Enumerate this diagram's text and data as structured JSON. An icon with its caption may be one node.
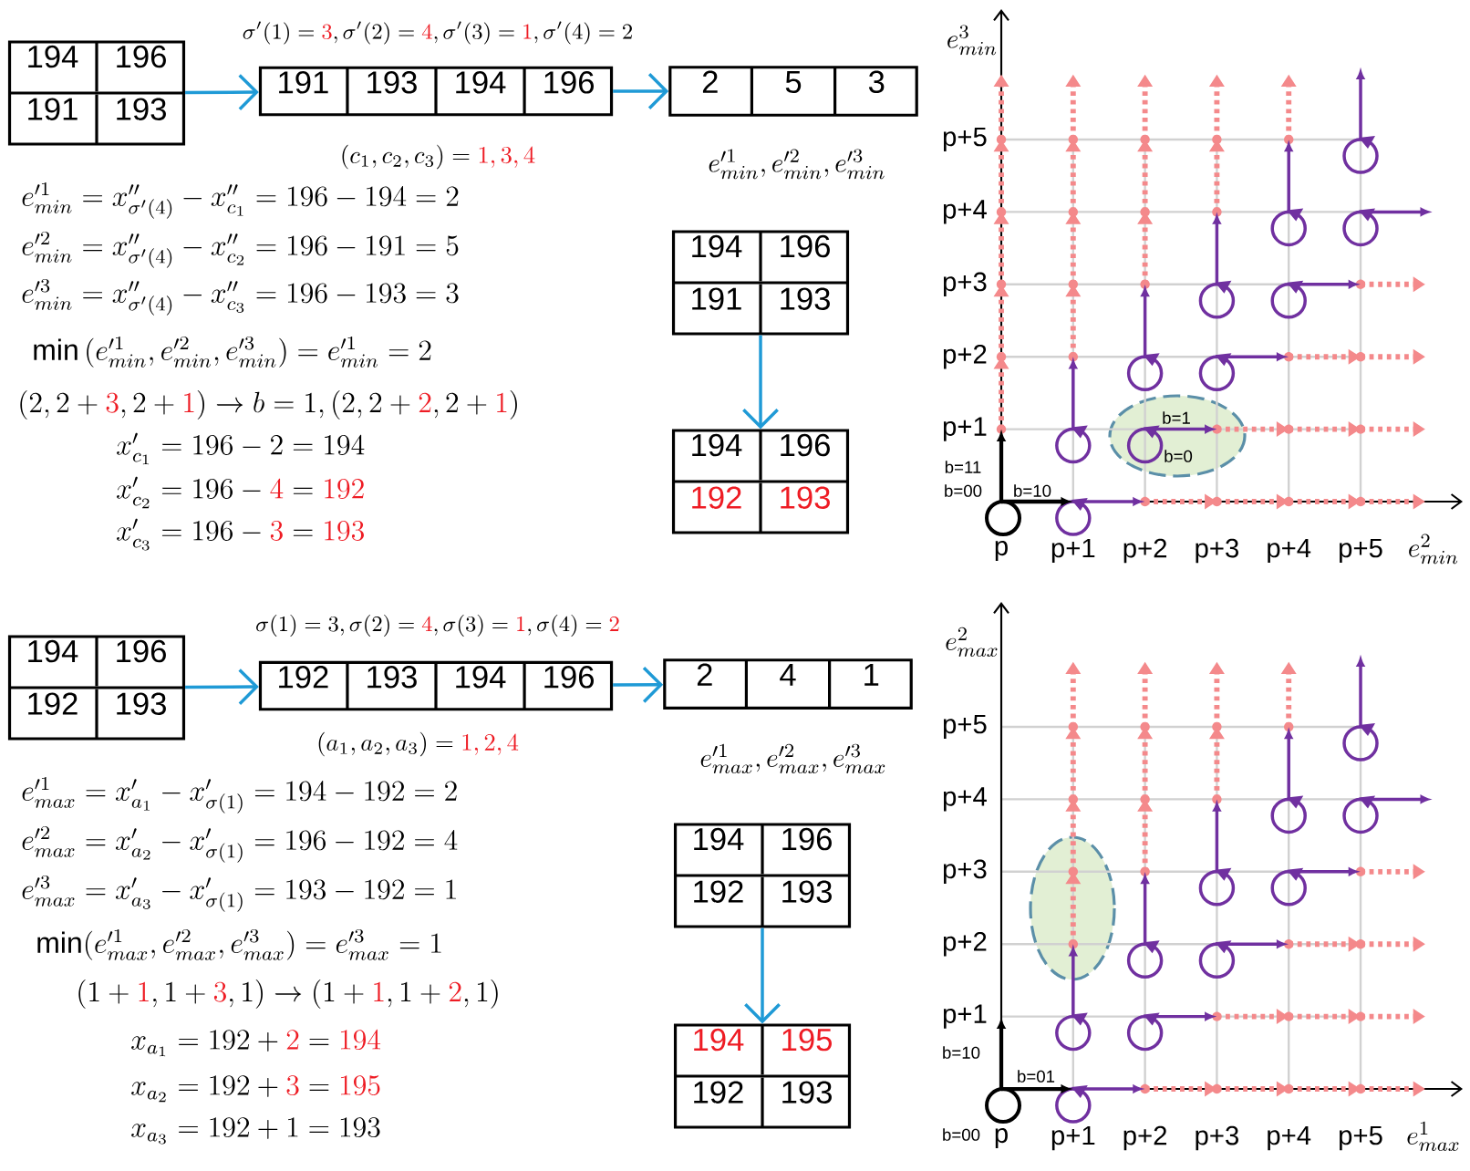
{
  "diagram": {
    "nodes": [
      {
        "text": [
          "194",
          "196",
          "191",
          "193"
        ]
      },
      {
        "text": [
          "191",
          "193",
          "194",
          "196"
        ],
        "beside": [
          "\\sigma'(1)=\\textcolor{red}{3},\\sigma'(2)=\\textcolor{red}{4},\\sigma'(3)=\\textcolor{red}{1},\\sigma'(4)=2",
          "(c_1,c_2,c_3)=\\textcolor{red}{1,3,4}"
        ]
      },
      {
        "text": [
          "2",
          "5",
          "3"
        ],
        "beside": [
          "e'^{1}_{min},e'^{2}_{min},e'^{3}_{min}"
        ]
      },
      {
        "text": [
          "194",
          "196",
          "191",
          "193"
        ]
      },
      {
        "text": [
          "194",
          "196",
          "192",
          "193"
        ]
      },
      {
        "text": [
          "194",
          "196",
          "192",
          "193"
        ]
      },
      {
        "text": [
          "192",
          "193",
          "194",
          "196"
        ],
        "beside": [
          "\\sigma(1)=3,\\sigma(2)=\\textcolor{red}{4},\\sigma(3)=\\textcolor{red}{1},\\sigma(4)=\\textcolor{red}{2}",
          "(a_1,a_2,a_3)=\\textcolor{red}{1,2,4}"
        ]
      },
      {
        "text": [
          "2",
          "4",
          "1"
        ],
        "beside": [
          "e'^{1}_{max},e'^{2}_{max},e'^{3}_{max}"
        ]
      },
      {
        "text": [
          "194",
          "196",
          "192",
          "193"
        ]
      },
      {
        "text": [
          "194",
          "195",
          "192",
          "193"
        ]
      }
    ],
    "edges": [
      {
        "from": 0,
        "to": 1,
        "arrow": "to"
      },
      {
        "from": 1,
        "to": 2,
        "arrow": "to"
      },
      {
        "from": 3,
        "to": 4,
        "arrow": "to"
      },
      {
        "from": 5,
        "to": 6,
        "arrow": "to"
      },
      {
        "from": 6,
        "to": 7,
        "arrow": "to"
      },
      {
        "from": 8,
        "to": 9,
        "arrow": "to"
      }
    ],
    "labels": [
      "e'^{1}_{min}=x''_{\\sigma'(4)}-x''_{c_1}=196-194=2",
      "e'^{2}_{min}=x''_{\\sigma'(4)}-x''_{c_2}=196-191=5",
      "e'^{3}_{min}=x''_{\\sigma'(4)}-x''_{c_3}=196-193=3",
      "\\min\\left(e'^{1}_{min},e'^{2}_{min},e'^{3}_{min}\\right)=e'^{1}_{min}=2",
      "(2,2+\\textcolor{red}{3},2+\\textcolor{red}{1})\\rightarrow b=1,(2,2+\\textcolor{red}{2},2+\\textcolor{red}{1})",
      "x'_{c_1}=196-2=194",
      "x'_{c_2}=196-\\textcolor{red}{4}=\\textcolor{red}{192}",
      "x'_{c_3}=196-\\textcolor{red}{3}=\\textcolor{red}{193}",
      "e^{3}_{min}",
      "p+5",
      "p+4",
      "p+3",
      "p+2",
      "p+1",
      "b=11",
      "b=00",
      "b=10",
      "b=1",
      "b=0",
      "p",
      "p+1",
      "p+2",
      "p+3",
      "p+4",
      "p+5",
      "e^{2}_{min}",
      "e'^{1}_{max}=x'_{a_1}-x'_{\\sigma(1)}=194-192=2",
      "e'^{2}_{max}=x'_{a_2}-x'_{\\sigma(1)}=196-192=4",
      "e'^{3}_{max}=x'_{a_3}-x'_{\\sigma(1)}=193-192=1",
      "\\min(e'^{1}_{max},e'^{2}_{max},e'^{3}_{max})=e'^{3}_{max}=1",
      "(1+\\textcolor{red}{1},1+\\textcolor{red}{3},1)\\rightarrow(1+\\textcolor{red}{1},1+\\textcolor{red}{2},1)",
      "x_{a_1}=192+\\textcolor{red}{2}=\\textcolor{red}{194}",
      "x_{a_2}=192+\\textcolor{red}{3}=\\textcolor{red}{195}",
      "x_{a_3}=192+1=193",
      "e^{2}_{max}",
      "p+5",
      "p+4",
      "p+3",
      "p+2",
      "p+1",
      "b=10",
      "b=01",
      "b=00",
      "p",
      "p+1",
      "p+2",
      "p+3",
      "p+4",
      "p+5",
      "e^{1}_{max}"
    ]
  }
}
